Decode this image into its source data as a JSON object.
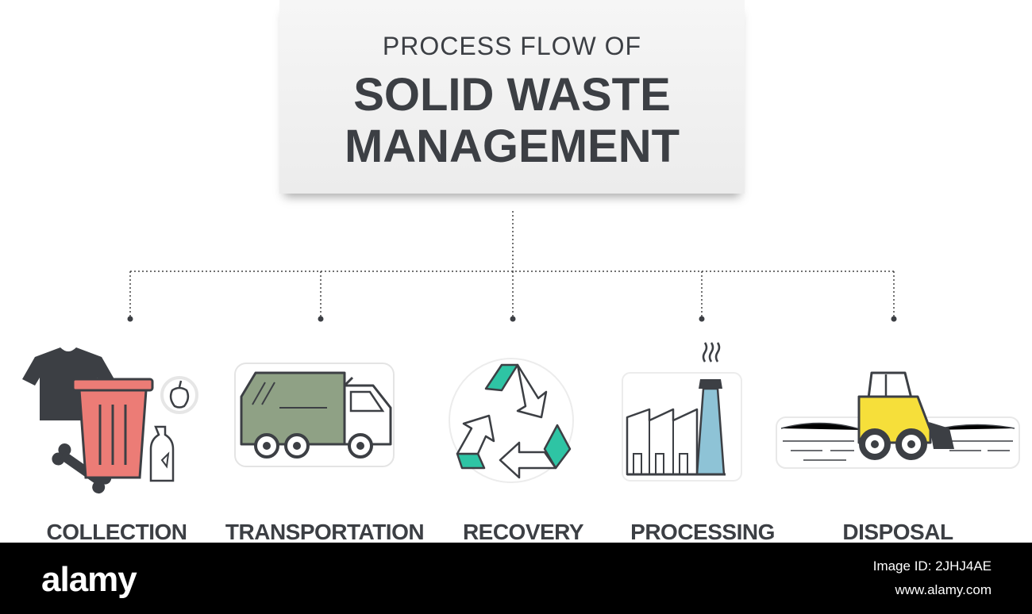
{
  "title": {
    "pre": "PROCESS FLOW OF",
    "line1": "SOLID WASTE",
    "line2": "MANAGEMENT"
  },
  "steps": [
    {
      "label": "COLLECTION",
      "icon": "trash-bin-icon"
    },
    {
      "label": "TRANSPORTATION",
      "icon": "garbage-truck-icon"
    },
    {
      "label": "RECOVERY",
      "icon": "recycle-icon"
    },
    {
      "label": "PROCESSING",
      "icon": "factory-icon"
    },
    {
      "label": "DISPOSAL",
      "icon": "bulldozer-icon"
    }
  ],
  "colors": {
    "bin_red": "#ec7c76",
    "truck_green": "#8fa185",
    "recycle_teal": "#2ec4a4",
    "chimney_blue": "#8ec3d6",
    "loader_yellow": "#f6df3a",
    "dark": "#3c3f44"
  },
  "footer": {
    "brand": "alamy",
    "image_id": "Image ID: 2JHJ4AE",
    "site": "www.alamy.com"
  }
}
